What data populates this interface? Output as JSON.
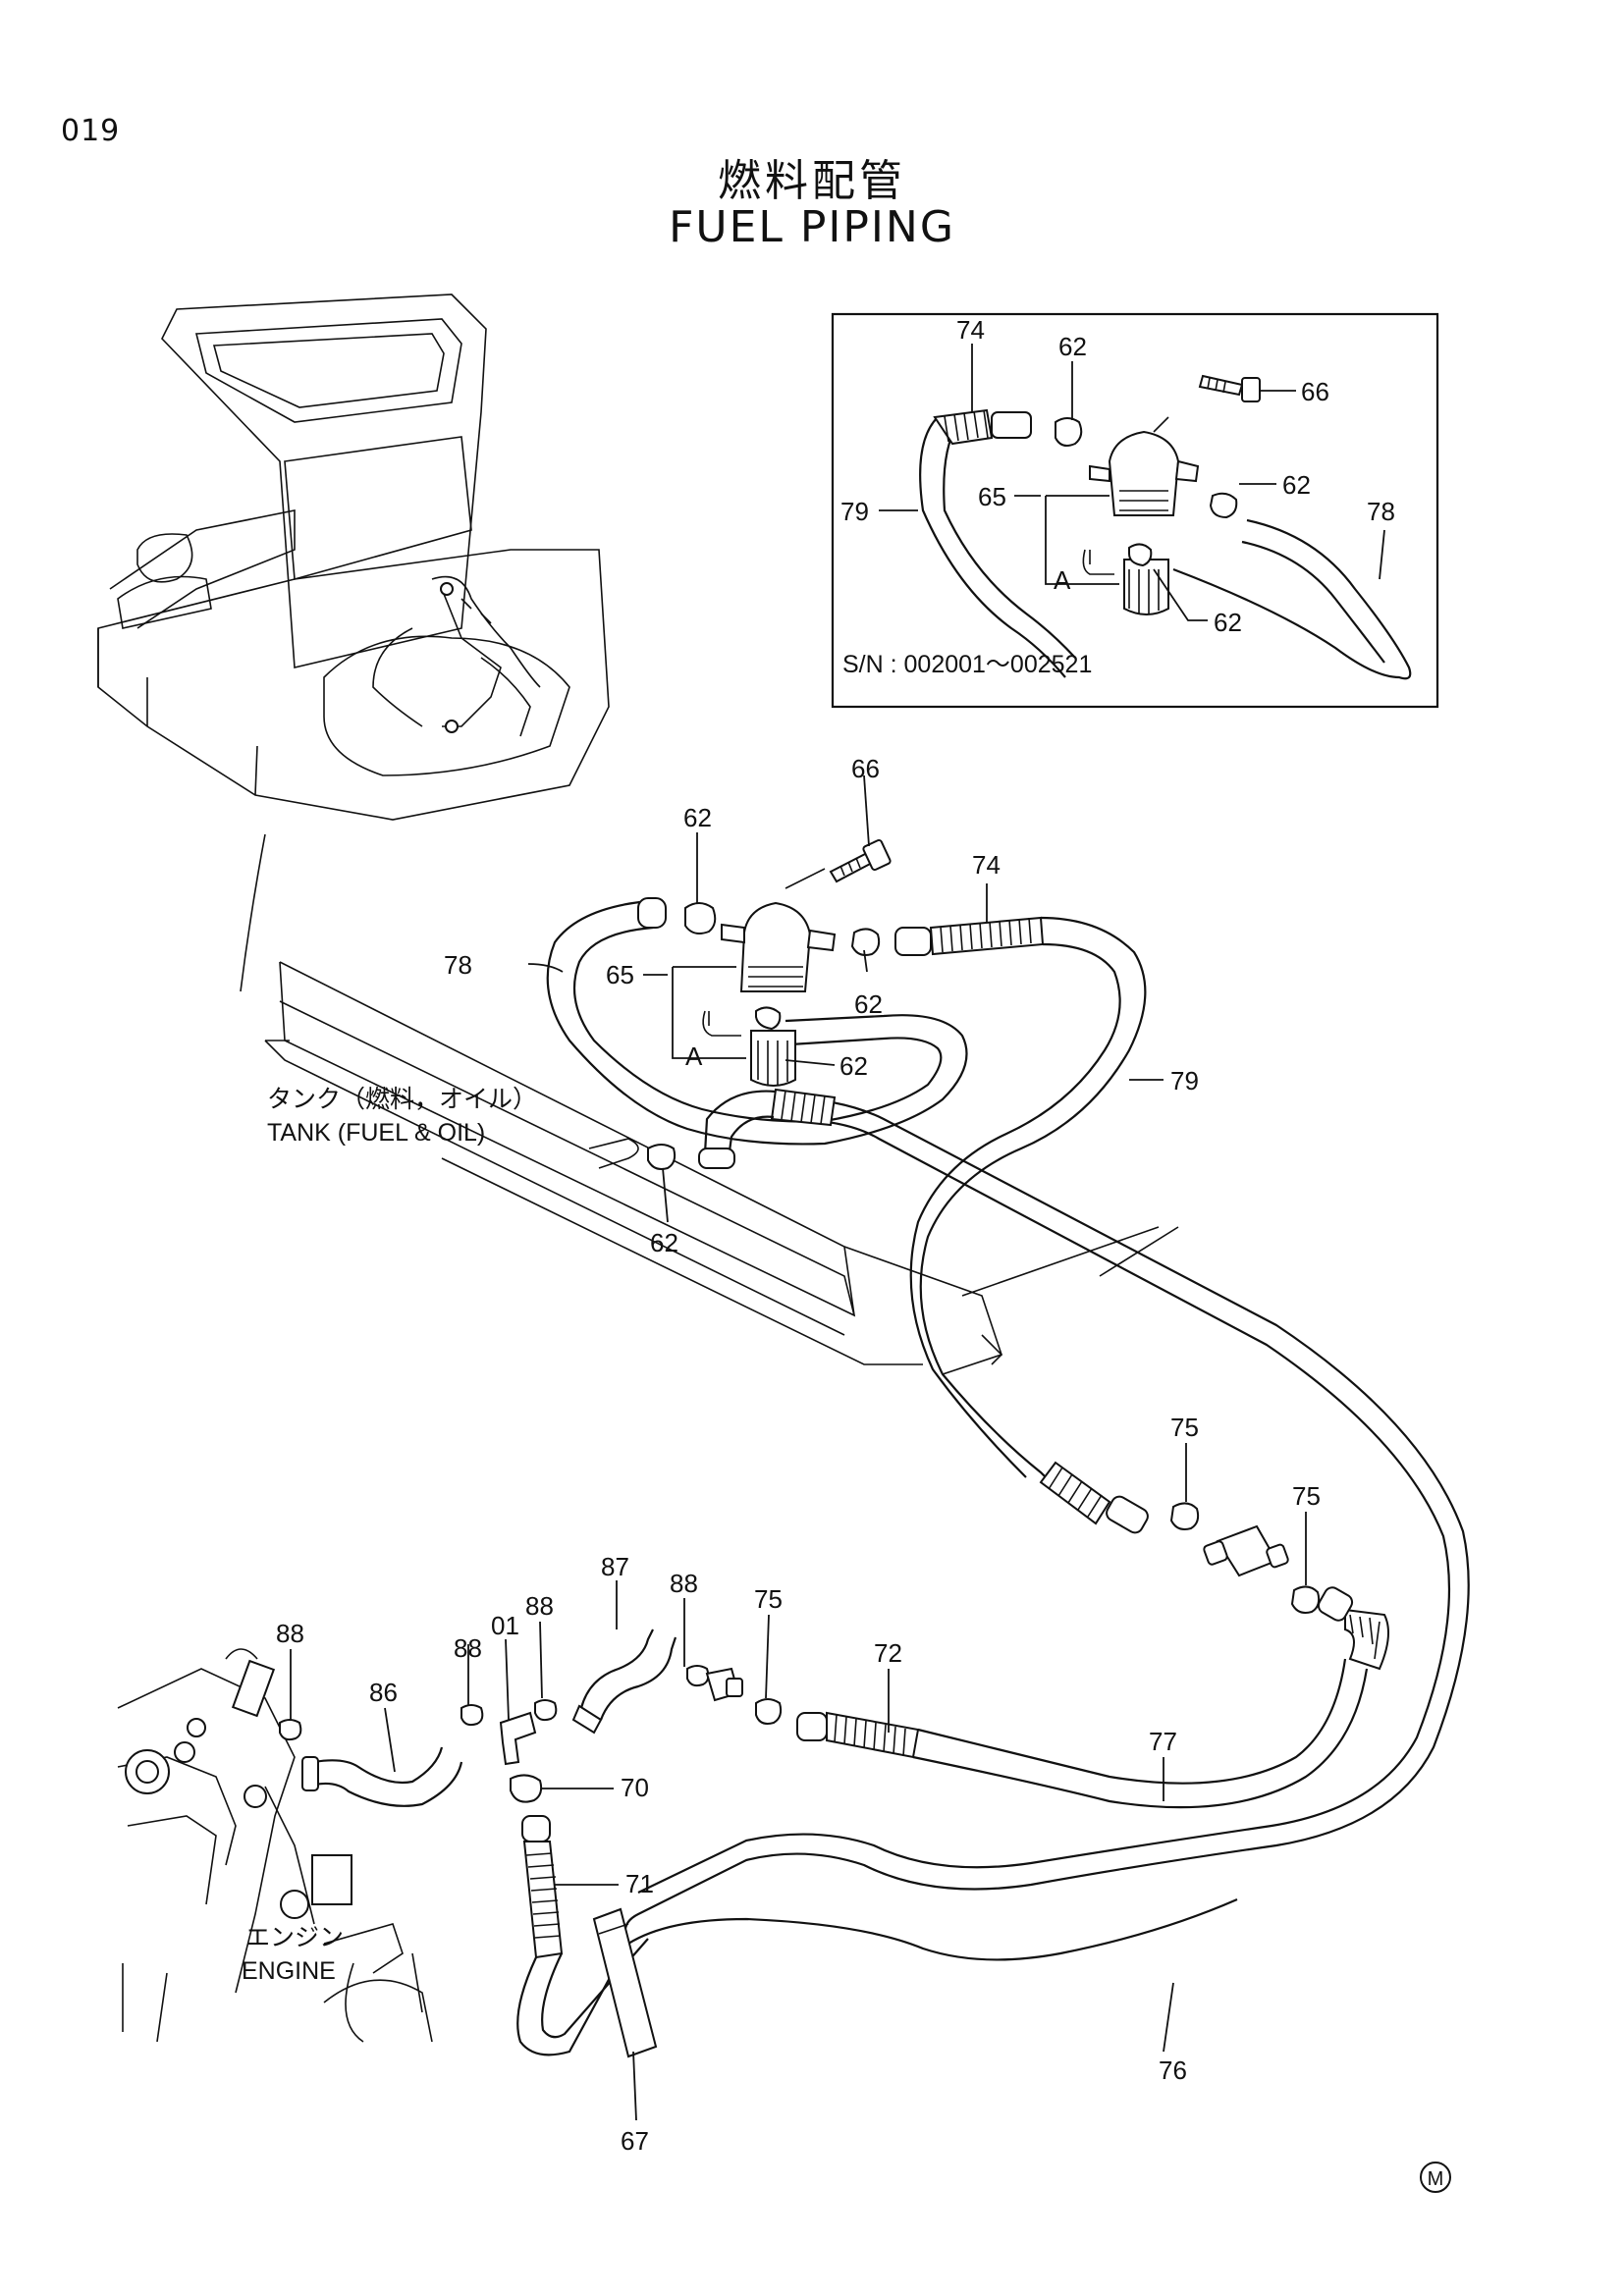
{
  "page_number": "019",
  "title_jp": "燃料配管",
  "title_en": "FUEL PIPING",
  "inset": {
    "serial_range": "S/N : 002001～002521",
    "callouts": [
      "74",
      "62",
      "66",
      "79",
      "65",
      "62",
      "78",
      "A",
      "62"
    ]
  },
  "main_callouts": {
    "c66": "66",
    "c62a": "62",
    "c74": "74",
    "c78": "78",
    "c65": "65",
    "c62b": "62",
    "cA": "A",
    "c62c": "62",
    "c79": "79",
    "c62d": "62",
    "c75a": "75",
    "c75b": "75",
    "c87": "87",
    "c88a": "88",
    "c75c": "75",
    "c88b": "88",
    "c01": "01",
    "c88c": "88",
    "c88d": "88",
    "c86": "86",
    "c72": "72",
    "c77": "77",
    "c70": "70",
    "c71": "71",
    "c76": "76",
    "c67": "67"
  },
  "labels": {
    "tank_jp": "タンク（燃料，オイル）",
    "tank_en": "TANK (FUEL & OIL)",
    "engine_jp": "エンジン",
    "engine_en": "ENGINE"
  },
  "mark": "M"
}
